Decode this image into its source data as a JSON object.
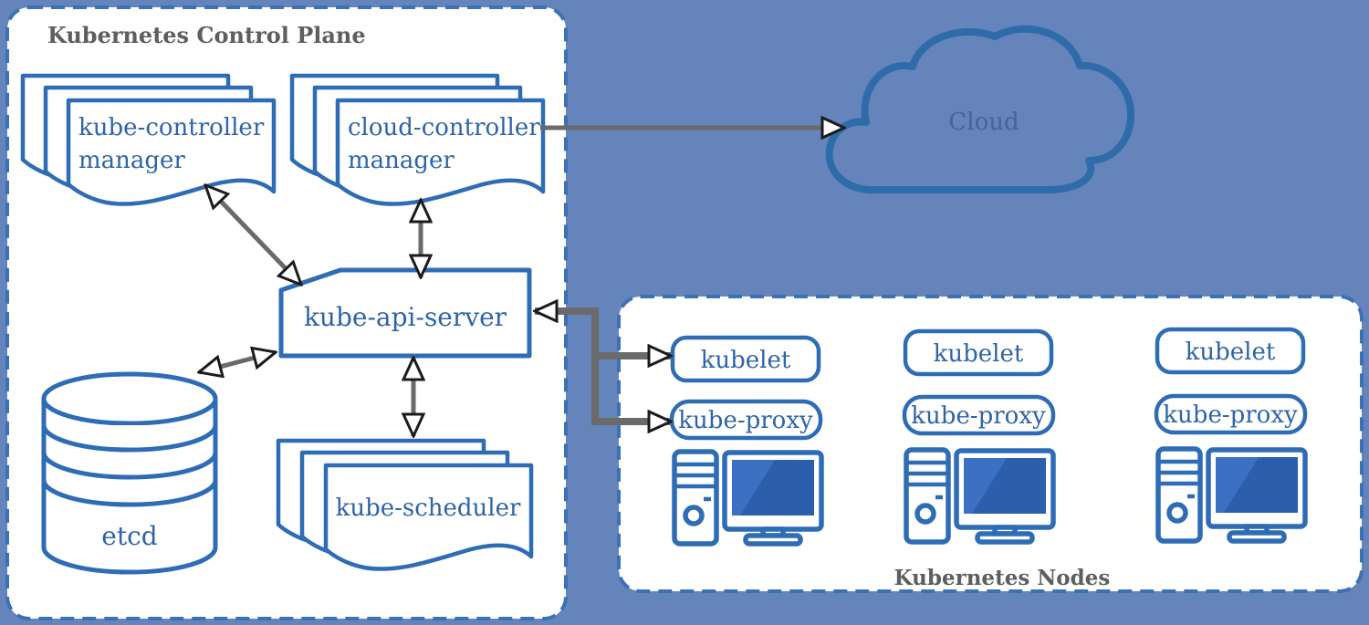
{
  "colors": {
    "background": "#6584BB",
    "panel_fill": "#FFFFFF",
    "dashed_border": "#3A72B5",
    "shape_stroke": "#2E6CB5",
    "label_blue": "#2E64A8",
    "title_gray": "#5E5E5E",
    "arrow_gray": "#6A6A6A",
    "arrowhead_fill": "#FFFFFF",
    "arrowhead_stroke": "#1B1B1B",
    "screen_dark": "#2B5FAC",
    "screen_light": "#3B70C2",
    "cloud_stroke": "#2E6CA9",
    "cloud_text": "#46639B"
  },
  "icons": {
    "manager_docs": "stacked-documents-icon",
    "etcd_store": "database-cylinder-icon",
    "cloud": "cloud-icon",
    "node_machine": "desktop-computer-icon"
  },
  "control_plane": {
    "title": "Kubernetes Control Plane",
    "kube_controller_manager": {
      "line1": "kube-controller",
      "line2": "manager"
    },
    "cloud_controller_manager": {
      "line1": "cloud-controller",
      "line2": "manager"
    },
    "kube_api_server": {
      "label": "kube-api-server"
    },
    "etcd": {
      "label": "etcd"
    },
    "kube_scheduler": {
      "label": "kube-scheduler"
    }
  },
  "cloud": {
    "label": "Cloud"
  },
  "nodes_panel": {
    "title": "Kubernetes Nodes",
    "nodes": [
      {
        "kubelet_label": "kubelet",
        "kube_proxy_label": "kube-proxy"
      },
      {
        "kubelet_label": "kubelet",
        "kube_proxy_label": "kube-proxy"
      },
      {
        "kubelet_label": "kubelet",
        "kube_proxy_label": "kube-proxy"
      }
    ]
  }
}
